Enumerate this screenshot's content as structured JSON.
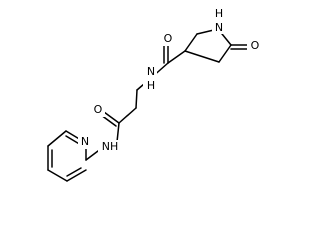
{
  "molecule": {
    "atoms": {
      "ring_nh": "H\nN",
      "ring_o": "O",
      "amide1_nh": "N\nH",
      "amide1_o": "O",
      "amide2_o": "O",
      "amide2_nh": "N\nH",
      "pyridine_n": "N"
    }
  }
}
